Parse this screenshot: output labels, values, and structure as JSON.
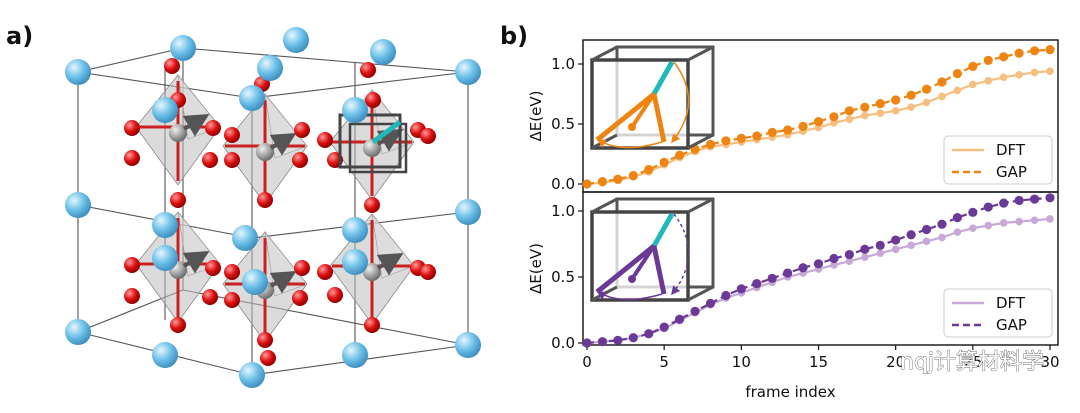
{
  "panel_labels": {
    "a": "a)",
    "b": "b)"
  },
  "watermark": "nqj计算材料学",
  "colors": {
    "sr_atom": "#6cc0e8",
    "o_atom": "#dd1010",
    "ti_atom": "#a6a6a6",
    "octahedron": "#bdbdbd",
    "arrow": "#555555",
    "highlight_bond": "#20b8b8",
    "orange_dft": "#f6bf80",
    "orange_gap": "#ee8512",
    "purple_dft": "#c6a9d6",
    "purple_gap": "#6a3a96"
  },
  "chart_data": [
    {
      "type": "line",
      "ylabel": "ΔE(eV)",
      "xlim": [
        0,
        30
      ],
      "ylim": [
        -0.05,
        1.2
      ],
      "yticks": [
        0.0,
        0.5,
        1.0
      ],
      "ytick_labels": [
        "0.0",
        "0.5",
        "1.0"
      ],
      "legend": "bottom-right",
      "series": [
        {
          "name": "DFT",
          "style": "solid",
          "color": "#f6bf80",
          "x": [
            0,
            1,
            2,
            3,
            4,
            5,
            6,
            7,
            8,
            9,
            10,
            11,
            12,
            13,
            14,
            15,
            16,
            17,
            18,
            19,
            20,
            21,
            22,
            23,
            24,
            25,
            26,
            27,
            28,
            29,
            30
          ],
          "y": [
            0.0,
            0.01,
            0.03,
            0.06,
            0.1,
            0.16,
            0.22,
            0.27,
            0.31,
            0.33,
            0.35,
            0.37,
            0.39,
            0.41,
            0.44,
            0.47,
            0.51,
            0.54,
            0.57,
            0.59,
            0.61,
            0.64,
            0.68,
            0.73,
            0.78,
            0.83,
            0.86,
            0.89,
            0.91,
            0.93,
            0.94
          ]
        },
        {
          "name": "GAP",
          "style": "dashed",
          "color": "#ee8512",
          "x": [
            0,
            1,
            2,
            3,
            4,
            5,
            6,
            7,
            8,
            9,
            10,
            11,
            12,
            13,
            14,
            15,
            16,
            17,
            18,
            19,
            20,
            21,
            22,
            23,
            24,
            25,
            26,
            27,
            28,
            29,
            30
          ],
          "y": [
            0.0,
            0.02,
            0.04,
            0.07,
            0.12,
            0.18,
            0.24,
            0.29,
            0.33,
            0.36,
            0.38,
            0.4,
            0.43,
            0.45,
            0.48,
            0.52,
            0.56,
            0.61,
            0.64,
            0.67,
            0.7,
            0.74,
            0.79,
            0.85,
            0.92,
            0.98,
            1.03,
            1.06,
            1.09,
            1.11,
            1.12
          ]
        }
      ]
    },
    {
      "type": "line",
      "xlabel": "frame index",
      "ylabel": "ΔE(eV)",
      "xlim": [
        0,
        30
      ],
      "ylim": [
        -0.02,
        1.18
      ],
      "xticks": [
        0,
        5,
        10,
        15,
        20,
        25,
        30
      ],
      "xtick_labels": [
        "0",
        "5",
        "10",
        "15",
        "20",
        "25",
        "30"
      ],
      "yticks": [
        0.0,
        0.5,
        1.0
      ],
      "ytick_labels": [
        "0.0",
        "0.5",
        "1.0"
      ],
      "legend": "bottom-right",
      "series": [
        {
          "name": "DFT",
          "style": "solid",
          "color": "#c6a9d6",
          "x": [
            0,
            1,
            2,
            3,
            4,
            5,
            6,
            7,
            8,
            9,
            10,
            11,
            12,
            13,
            14,
            15,
            16,
            17,
            18,
            19,
            20,
            21,
            22,
            23,
            24,
            25,
            26,
            27,
            28,
            29,
            30
          ],
          "y": [
            0.0,
            0.01,
            0.02,
            0.04,
            0.07,
            0.11,
            0.17,
            0.23,
            0.29,
            0.34,
            0.38,
            0.42,
            0.46,
            0.5,
            0.53,
            0.56,
            0.59,
            0.62,
            0.65,
            0.68,
            0.71,
            0.74,
            0.77,
            0.8,
            0.84,
            0.87,
            0.89,
            0.91,
            0.92,
            0.93,
            0.94
          ]
        },
        {
          "name": "GAP",
          "style": "dashed",
          "color": "#6a3a96",
          "x": [
            0,
            1,
            2,
            3,
            4,
            5,
            6,
            7,
            8,
            9,
            10,
            11,
            12,
            13,
            14,
            15,
            16,
            17,
            18,
            19,
            20,
            21,
            22,
            23,
            24,
            25,
            26,
            27,
            28,
            29,
            30
          ],
          "y": [
            0.0,
            0.01,
            0.02,
            0.04,
            0.07,
            0.12,
            0.18,
            0.24,
            0.3,
            0.36,
            0.41,
            0.45,
            0.49,
            0.53,
            0.57,
            0.6,
            0.64,
            0.67,
            0.71,
            0.74,
            0.78,
            0.82,
            0.86,
            0.9,
            0.95,
            0.99,
            1.03,
            1.06,
            1.08,
            1.09,
            1.1
          ]
        }
      ]
    }
  ]
}
